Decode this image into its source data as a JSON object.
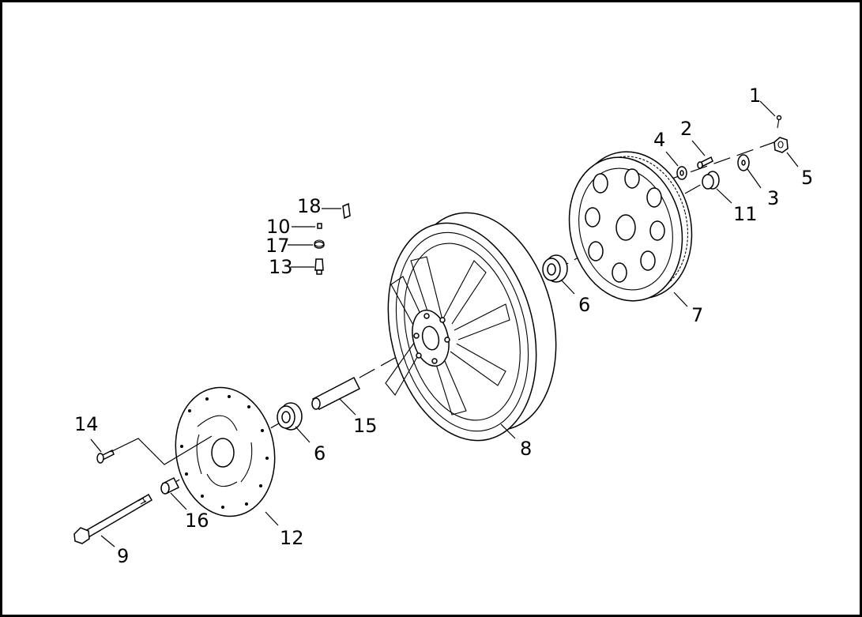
{
  "callouts": [
    {
      "key": "c1",
      "label": "1"
    },
    {
      "key": "c2",
      "label": "2"
    },
    {
      "key": "c3",
      "label": "3"
    },
    {
      "key": "c4",
      "label": "4"
    },
    {
      "key": "c5",
      "label": "5"
    },
    {
      "key": "c6a",
      "label": "6"
    },
    {
      "key": "c6b",
      "label": "6"
    },
    {
      "key": "c7",
      "label": "7"
    },
    {
      "key": "c8",
      "label": "8"
    },
    {
      "key": "c9",
      "label": "9"
    },
    {
      "key": "c10",
      "label": "10"
    },
    {
      "key": "c11",
      "label": "11"
    },
    {
      "key": "c12",
      "label": "12"
    },
    {
      "key": "c13",
      "label": "13"
    },
    {
      "key": "c14",
      "label": "14"
    },
    {
      "key": "c15",
      "label": "15"
    },
    {
      "key": "c16",
      "label": "16"
    },
    {
      "key": "c17",
      "label": "17"
    },
    {
      "key": "c18",
      "label": "18"
    }
  ]
}
